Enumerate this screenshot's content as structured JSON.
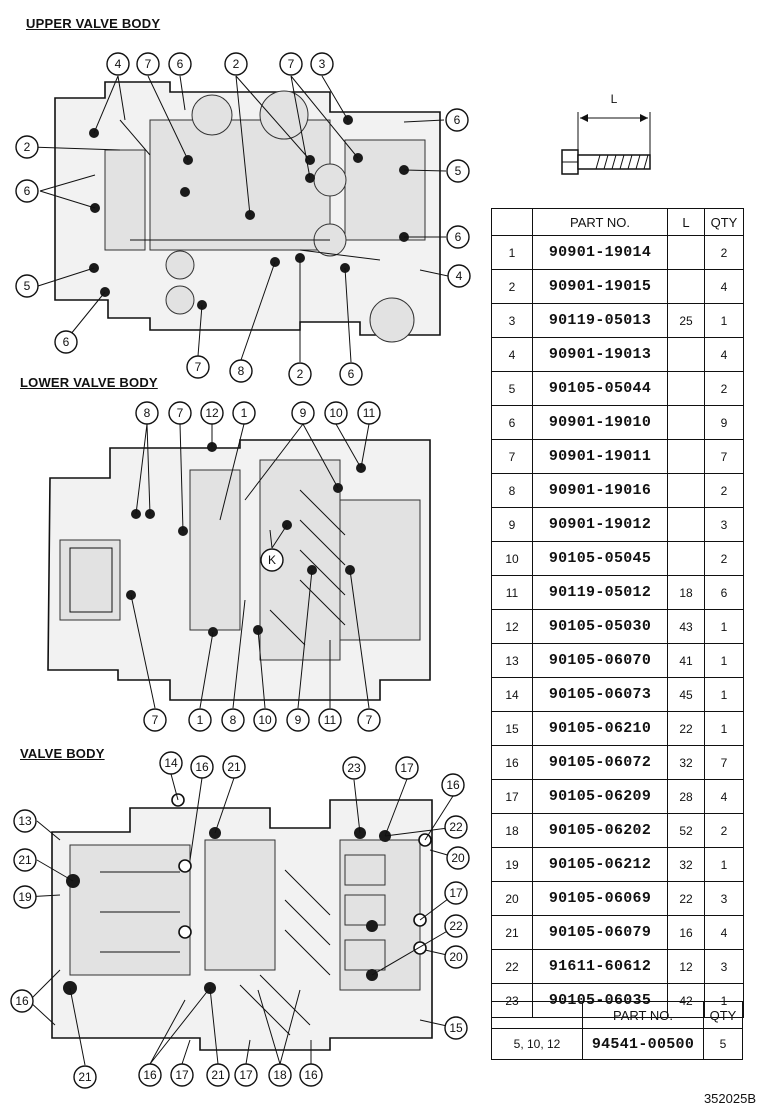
{
  "sections": {
    "upper": "UPPER VALVE BODY",
    "lower": "LOWER VALVE BODY",
    "valve": "VALVE BODY"
  },
  "bolt_label": "L",
  "table": {
    "headers": {
      "part_no": "PART NO.",
      "length": "L",
      "qty": "QTY"
    },
    "rows": [
      {
        "num": "1",
        "part_no": "90901-19014",
        "length": "",
        "qty": "2"
      },
      {
        "num": "2",
        "part_no": "90901-19015",
        "length": "",
        "qty": "4"
      },
      {
        "num": "3",
        "part_no": "90119-05013",
        "length": "25",
        "qty": "1"
      },
      {
        "num": "4",
        "part_no": "90901-19013",
        "length": "",
        "qty": "4"
      },
      {
        "num": "5",
        "part_no": "90105-05044",
        "length": "",
        "qty": "2"
      },
      {
        "num": "6",
        "part_no": "90901-19010",
        "length": "",
        "qty": "9"
      },
      {
        "num": "7",
        "part_no": "90901-19011",
        "length": "",
        "qty": "7"
      },
      {
        "num": "8",
        "part_no": "90901-19016",
        "length": "",
        "qty": "2"
      },
      {
        "num": "9",
        "part_no": "90901-19012",
        "length": "",
        "qty": "3"
      },
      {
        "num": "10",
        "part_no": "90105-05045",
        "length": "",
        "qty": "2"
      },
      {
        "num": "11",
        "part_no": "90119-05012",
        "length": "18",
        "qty": "6"
      },
      {
        "num": "12",
        "part_no": "90105-05030",
        "length": "43",
        "qty": "1"
      },
      {
        "num": "13",
        "part_no": "90105-06070",
        "length": "41",
        "qty": "1"
      },
      {
        "num": "14",
        "part_no": "90105-06073",
        "length": "45",
        "qty": "1"
      },
      {
        "num": "15",
        "part_no": "90105-06210",
        "length": "22",
        "qty": "1"
      },
      {
        "num": "16",
        "part_no": "90105-06072",
        "length": "32",
        "qty": "7"
      },
      {
        "num": "17",
        "part_no": "90105-06209",
        "length": "28",
        "qty": "4"
      },
      {
        "num": "18",
        "part_no": "90105-06202",
        "length": "52",
        "qty": "2"
      },
      {
        "num": "19",
        "part_no": "90105-06212",
        "length": "32",
        "qty": "1"
      },
      {
        "num": "20",
        "part_no": "90105-06069",
        "length": "22",
        "qty": "3"
      },
      {
        "num": "21",
        "part_no": "90105-06079",
        "length": "16",
        "qty": "4"
      },
      {
        "num": "22",
        "part_no": "91611-60612",
        "length": "12",
        "qty": "3"
      },
      {
        "num": "23",
        "part_no": "90105-06035",
        "length": "42",
        "qty": "1"
      }
    ]
  },
  "table2": {
    "headers": {
      "part_no": "PART NO.",
      "qty": "QTY"
    },
    "row": {
      "nums": "5,   10,   12",
      "part_no": "94541-00500",
      "qty": "5"
    }
  },
  "callouts": {
    "upper": [
      "4",
      "7",
      "6",
      "2",
      "7",
      "3",
      "6",
      "2",
      "6",
      "5",
      "6",
      "5",
      "4",
      "6",
      "7",
      "8",
      "2",
      "6"
    ],
    "lower": [
      "8",
      "7",
      "12",
      "1",
      "9",
      "10",
      "11",
      "K",
      "7",
      "1",
      "8",
      "10",
      "9",
      "11",
      "7"
    ],
    "valve": [
      "14",
      "16",
      "21",
      "23",
      "17",
      "16",
      "13",
      "22",
      "21",
      "20",
      "19",
      "17",
      "22",
      "20",
      "16",
      "15",
      "21",
      "16",
      "17",
      "21",
      "17",
      "18",
      "16"
    ]
  },
  "figure_code": "352025B"
}
